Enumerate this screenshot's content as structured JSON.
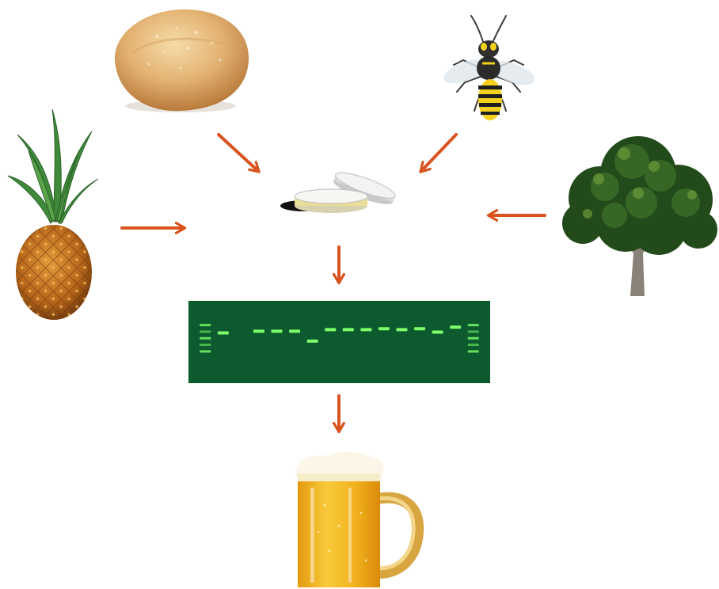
{
  "diagram": {
    "sources": [
      {
        "id": "bread",
        "icon": "bread-icon"
      },
      {
        "id": "wasp",
        "icon": "wasp-icon"
      },
      {
        "id": "pineapple",
        "icon": "pineapple-icon"
      },
      {
        "id": "tree",
        "icon": "tree-icon"
      }
    ],
    "stages": [
      {
        "id": "culture",
        "icon": "petri-dish-icon"
      },
      {
        "id": "screening",
        "icon": "gel-electrophoresis-icon"
      },
      {
        "id": "product",
        "icon": "beer-mug-icon"
      }
    ],
    "gel": {
      "lanes": [
        {
          "type": "ladder",
          "band": null
        },
        {
          "type": "sample",
          "band": 0.37
        },
        {
          "type": "empty",
          "band": null
        },
        {
          "type": "sample",
          "band": 0.35
        },
        {
          "type": "sample",
          "band": 0.35
        },
        {
          "type": "sample",
          "band": 0.35
        },
        {
          "type": "sample",
          "band": 0.47
        },
        {
          "type": "sample",
          "band": 0.33
        },
        {
          "type": "sample",
          "band": 0.33
        },
        {
          "type": "sample",
          "band": 0.33
        },
        {
          "type": "sample",
          "band": 0.32
        },
        {
          "type": "sample",
          "band": 0.33
        },
        {
          "type": "sample",
          "band": 0.32
        },
        {
          "type": "sample",
          "band": 0.36
        },
        {
          "type": "sample",
          "band": 0.3
        },
        {
          "type": "ladder",
          "band": null
        }
      ]
    },
    "colors": {
      "arrow": "#d9531e",
      "gel_background": "#0c5a2e",
      "gel_band": "#7dff6a",
      "beer": "#f3b925",
      "foam": "#fbf6e8"
    }
  }
}
